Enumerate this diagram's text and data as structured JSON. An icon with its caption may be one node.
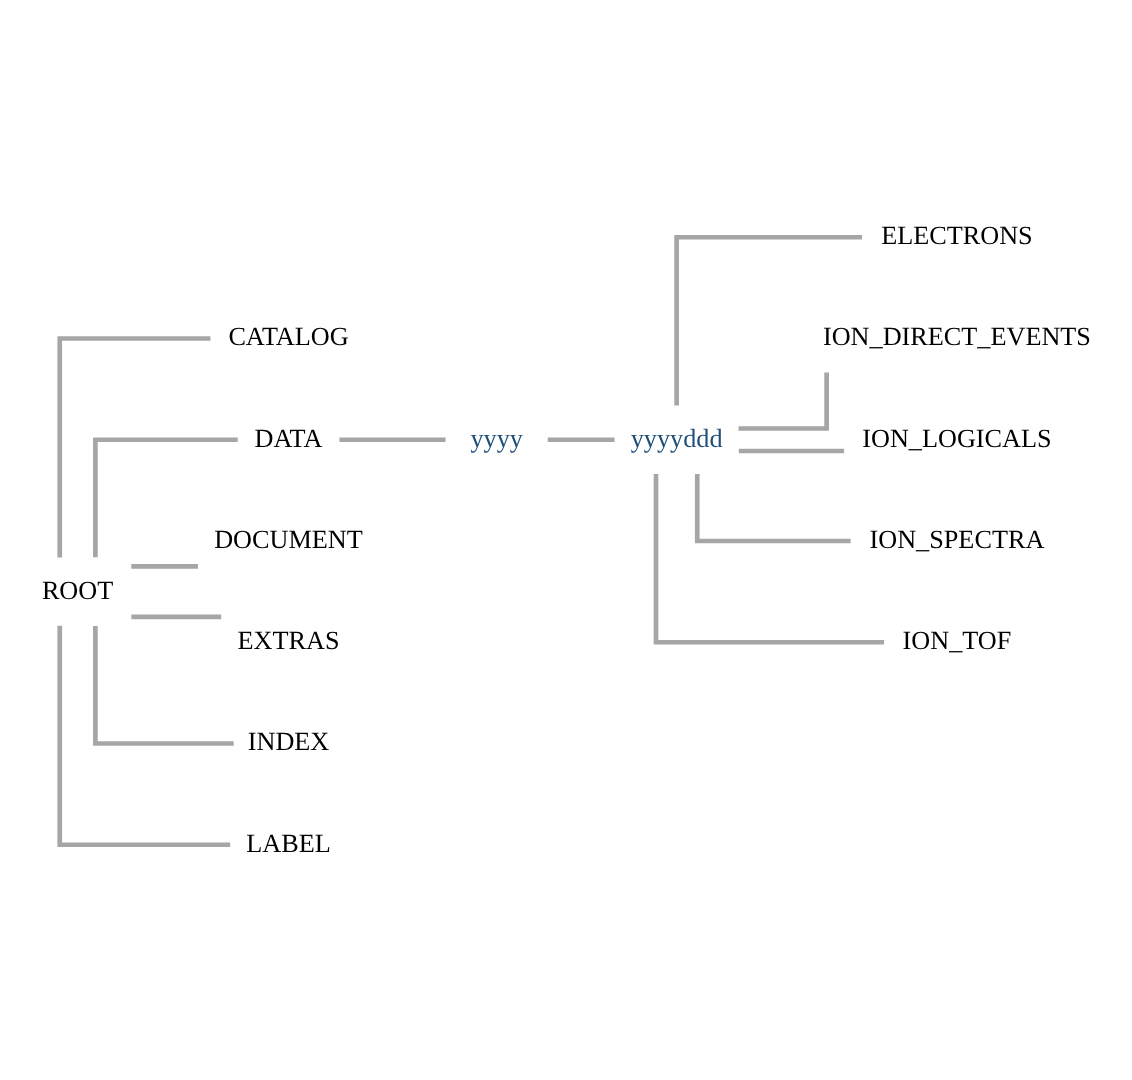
{
  "diagram": {
    "nodes": [
      {
        "text": [
          "ROOT"
        ]
      },
      {
        "text": [
          "CATALOG"
        ]
      },
      {
        "text": [
          "DATA"
        ]
      },
      {
        "text": [
          "yyyy"
        ]
      },
      {
        "text": [
          "yyyyddd"
        ]
      },
      {
        "text": [
          "ELECTRONS"
        ]
      },
      {
        "text": [
          "ION_DIRECT_EVENTS"
        ]
      },
      {
        "text": [
          "ION_LOGICALS"
        ]
      },
      {
        "text": [
          "ION_SPECTRA"
        ]
      },
      {
        "text": [
          "ION_TOF"
        ]
      },
      {
        "text": [
          "DOCUMENT"
        ]
      },
      {
        "text": [
          "EXTRAS"
        ]
      },
      {
        "text": [
          "INDEX"
        ]
      },
      {
        "text": [
          "LABEL"
        ]
      }
    ],
    "edges": [
      {
        "from": 0,
        "to": 1,
        "arrow": "none"
      },
      {
        "from": 0,
        "to": 2,
        "arrow": "none"
      },
      {
        "from": 2,
        "to": 3,
        "arrow": "none"
      },
      {
        "from": 3,
        "to": 4,
        "arrow": "none"
      },
      {
        "from": 4,
        "to": 5,
        "arrow": "none"
      },
      {
        "from": 4,
        "to": 6,
        "arrow": "none"
      },
      {
        "from": 4,
        "to": 7,
        "arrow": "none"
      },
      {
        "from": 4,
        "to": 8,
        "arrow": "none"
      },
      {
        "from": 4,
        "to": 9,
        "arrow": "none"
      },
      {
        "from": 0,
        "to": 10,
        "arrow": "none"
      },
      {
        "from": 0,
        "to": 11,
        "arrow": "none"
      },
      {
        "from": 0,
        "to": 12,
        "arrow": "none"
      },
      {
        "from": 0,
        "to": 13,
        "arrow": "none"
      }
    ]
  }
}
